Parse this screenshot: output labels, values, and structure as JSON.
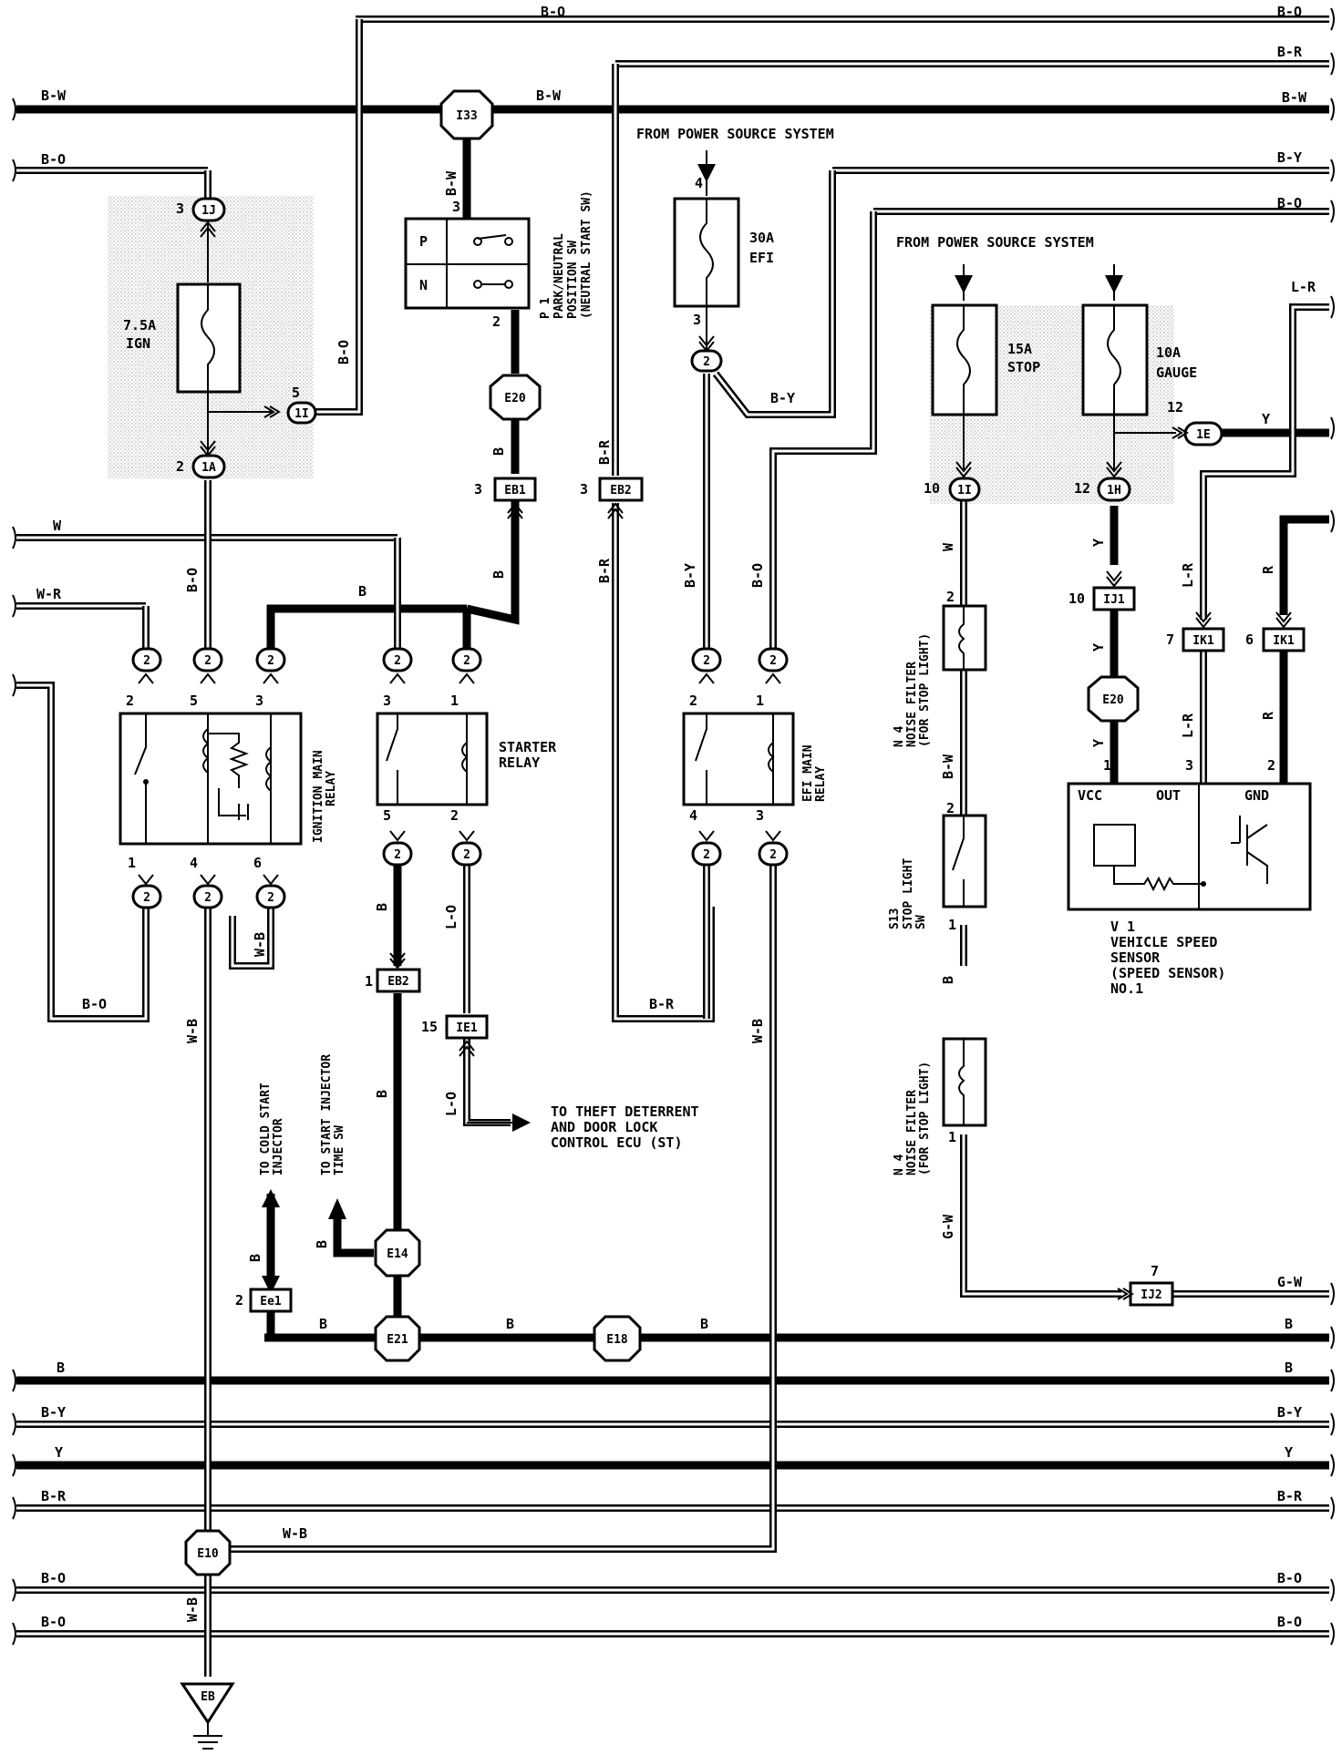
{
  "bus_left": {
    "bw": "B-W",
    "bo": "B-O",
    "w": "W",
    "wr": "W-R",
    "b": "B",
    "by": "B-Y",
    "y": "Y",
    "br": "B-R",
    "bo2": "B-O",
    "bo3": "B-O"
  },
  "bus_right": {
    "bo_top": "B-O",
    "br_top": "B-R",
    "bw": "B-W",
    "by": "B-Y",
    "bo": "B-O",
    "lr": "L-R",
    "gw": "G-W",
    "b": "B",
    "b2": "B",
    "by2": "B-Y",
    "y": "Y",
    "br": "B-R",
    "bo2": "B-O",
    "bo3": "B-O"
  },
  "top": {
    "bo": "B-O",
    "bw": "B-W",
    "power1": "FROM POWER SOURCE SYSTEM",
    "power2": "FROM POWER SOURCE SYSTEM"
  },
  "fuses": {
    "ign": {
      "amp": "7.5A",
      "name": "IGN"
    },
    "efi": {
      "amp": "30A",
      "name": "EFI"
    },
    "stop": {
      "amp": "15A",
      "name": "STOP"
    },
    "gauge": {
      "amp": "10A",
      "name": "GAUGE"
    }
  },
  "connectors": {
    "i33": "I33",
    "c1j": "1J",
    "c1i": "1I",
    "c1a": "1A",
    "e20a": "E20",
    "eb1": "EB1",
    "eb2a": "EB2",
    "eb2b": "EB2",
    "ie1": "IE1",
    "c1e": "1E",
    "c1i_b": "1I",
    "c1h": "1H",
    "ij1": "IJ1",
    "e20b": "E20",
    "ik1a": "IK1",
    "ik1b": "IK1",
    "e14": "E14",
    "e21": "E21",
    "e18": "E18",
    "ee1": "Ee1",
    "e10": "E10",
    "ij2": "IJ2",
    "eb": "EB",
    "two": "2"
  },
  "components": {
    "park_p": "P",
    "park_n": "N",
    "park_label": [
      "P 1",
      "PARK/NEUTRAL",
      "POSITION SW",
      "(NEUTRAL START SW)"
    ],
    "ign_relay": [
      "IGNITION MAIN",
      "RELAY"
    ],
    "starter": [
      "STARTER",
      "RELAY"
    ],
    "efi_relay": [
      "EFI MAIN",
      "RELAY"
    ],
    "nf1": [
      "N 4",
      "NOISE FILTER",
      "(FOR STOP LIGHT)"
    ],
    "nf2": [
      "N 4",
      "NOISE FILTER",
      "(FOR STOP LIGHT)"
    ],
    "stoplight": [
      "S13",
      "STOP LIGHT",
      "SW"
    ],
    "vss_pins": {
      "vcc": "VCC",
      "out": "OUT",
      "gnd": "GND"
    },
    "vss": [
      "V 1",
      "VEHICLE SPEED",
      "SENSOR",
      "(SPEED SENSOR)",
      "NO.1"
    ],
    "theft": [
      "TO THEFT DETERRENT",
      "AND DOOR LOCK",
      "CONTROL ECU (ST)"
    ],
    "cold": [
      "TO COLD START",
      "INJECTOR"
    ],
    "sti": [
      "TO START INJECTOR",
      "TIME SW"
    ]
  },
  "wire_labels": {
    "bw": "B-W",
    "bo": "B-O",
    "b": "B",
    "br": "B-R",
    "by": "B-Y",
    "w": "W",
    "lo": "L-O",
    "wb": "W-B",
    "y": "Y",
    "lr": "L-R",
    "r": "R",
    "gw": "G-W"
  },
  "pins": {
    "p3": "3",
    "p5": "5",
    "p2": "2",
    "p1": "1",
    "p4": "4",
    "p6": "6",
    "p7": "7",
    "p10": "10",
    "p12": "12",
    "p15": "15"
  }
}
